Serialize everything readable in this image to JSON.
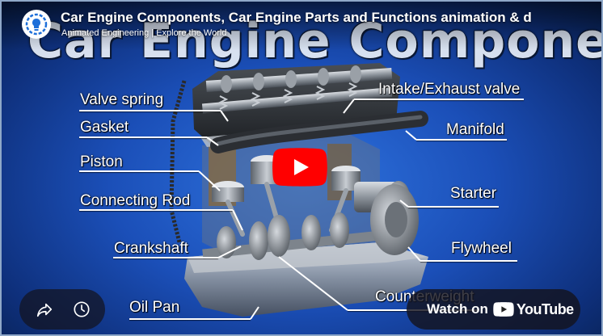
{
  "video": {
    "title": "Car Engine Components, Car Engine Parts and Functions animation & d",
    "channel": "Animated Engineering | Explore the World",
    "overlay_heading": "Car Engine Components"
  },
  "labels": {
    "valve_spring": "Valve spring",
    "gasket": "Gasket",
    "piston": "Piston",
    "connecting_rod": "Connecting Rod",
    "crankshaft": "Crankshaft",
    "oil_pan": "Oil Pan",
    "intake_exhaust_valve": "Intake/Exhaust valve",
    "manifold": "Manifold",
    "starter": "Starter",
    "flywheel": "Flywheel",
    "counterweight": "Counterweight"
  },
  "controls": {
    "watch_on": "Watch on",
    "youtube": "YouTube"
  },
  "colors": {
    "play_red": "#ff0000",
    "background_blue": "#1b4fb8"
  },
  "icons": {
    "avatar": "lightbulb-gear-icon",
    "share": "share-arrow-icon",
    "watch_later": "clock-icon",
    "play": "play-icon",
    "youtube": "youtube-logo-icon"
  }
}
